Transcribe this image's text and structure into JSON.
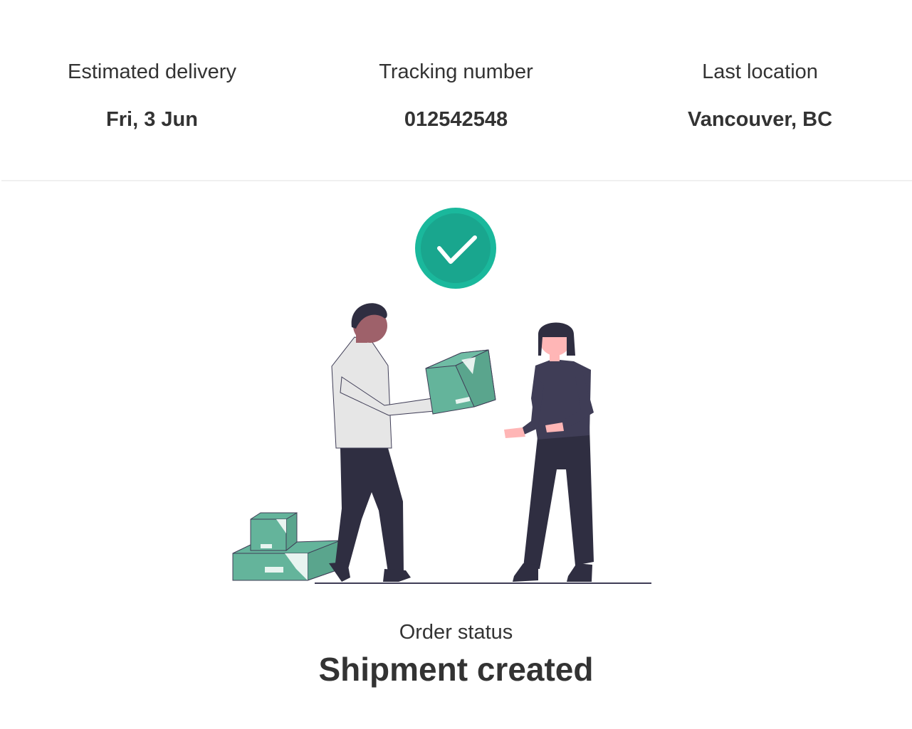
{
  "summary": {
    "estimated_delivery": {
      "label": "Estimated delivery",
      "value": "Fri, 3 Jun"
    },
    "tracking_number": {
      "label": "Tracking number",
      "value": "012542548"
    },
    "last_location": {
      "label": "Last location",
      "value": "Vancouver, BC"
    }
  },
  "status": {
    "label": "Order status",
    "value": "Shipment created",
    "icon": "check-circle-icon"
  },
  "illustration": {
    "icon": "package-delivery-illustration"
  },
  "colors": {
    "accent": "#1ab89c",
    "accent_inner": "#19a68e",
    "box": "#64b49b",
    "text": "#333333",
    "divider": "#f0f0f0"
  }
}
